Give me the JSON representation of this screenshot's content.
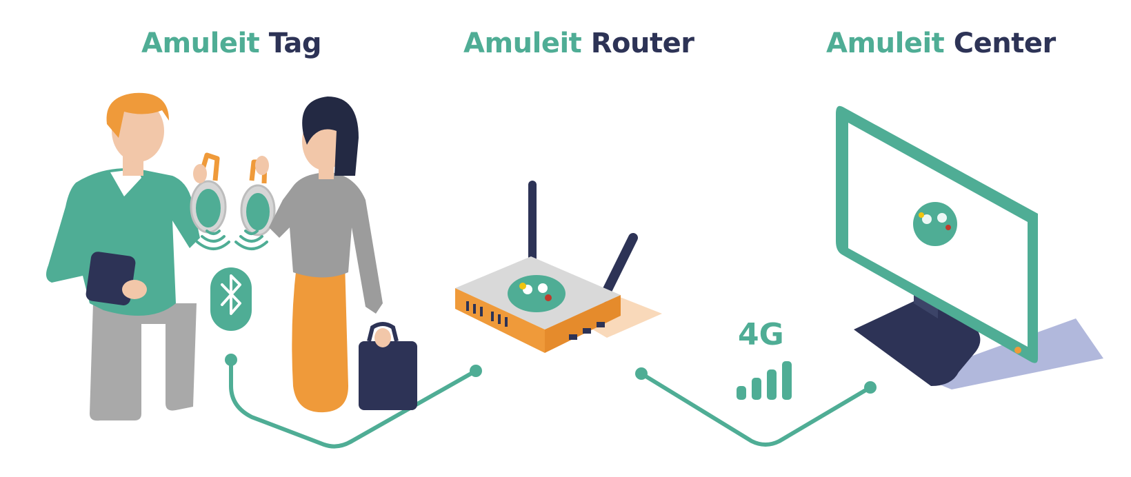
{
  "titles": {
    "tag": {
      "brand": "Amuleit",
      "product": "Tag"
    },
    "router": {
      "brand": "Amuleit",
      "product": "Router"
    },
    "center": {
      "brand": "Amuleit",
      "product": "Center"
    }
  },
  "network_label": "4G",
  "signal_bars": 4,
  "icons": [
    "bluetooth-icon",
    "signal-bars-icon",
    "wifi-router",
    "monitor",
    "amuleit-badge-icon"
  ],
  "colors": {
    "brand_green": "#4fad95",
    "navy": "#2d3356",
    "orange": "#ef9a3a",
    "gray": "#9c9c9c"
  }
}
